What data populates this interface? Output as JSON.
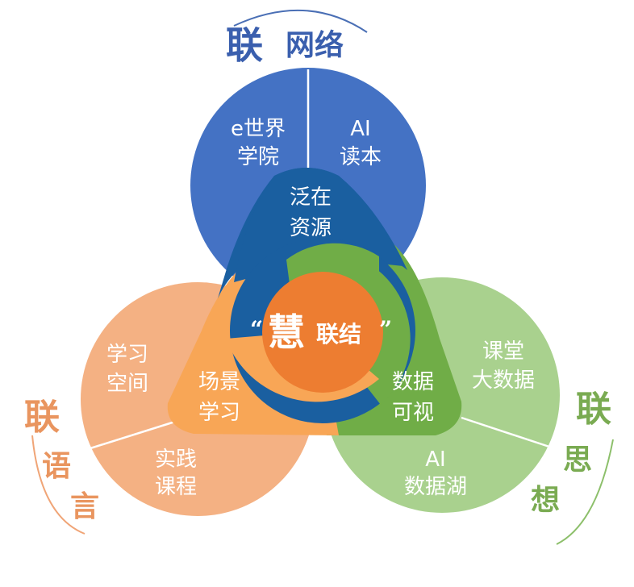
{
  "titles": {
    "top": {
      "first": "联",
      "rest": "网络"
    },
    "left": {
      "first": "联",
      "second": "语",
      "third": "言"
    },
    "right": {
      "first": "联",
      "second": "思",
      "third": "想"
    }
  },
  "blue_circle": {
    "left_line1": "e世界",
    "left_line2": "学院",
    "right_line1": "AI",
    "right_line2": "读本"
  },
  "orange_circle": {
    "top_line1": "学习",
    "top_line2": "空间",
    "bottom_line1": "实践",
    "bottom_line2": "课程"
  },
  "green_circle": {
    "top_line1": "课堂",
    "top_line2": "大数据",
    "bottom_line1": "AI",
    "bottom_line2": "数据湖"
  },
  "triangle": {
    "top_line1": "泛在",
    "top_line2": "资源",
    "left_line1": "场景",
    "left_line2": "学习",
    "right_line1": "数据",
    "right_line2": "可视"
  },
  "center": {
    "open_quote": "“",
    "hui": "慧",
    "rest": "联结",
    "close_quote": "”"
  },
  "colors": {
    "blue": "#4472c4",
    "blue_dark": "#1a5fa0",
    "orange": "#f4b183",
    "orange_mid": "#f8a656",
    "orange_center": "#ed7d31",
    "green": "#a9d18e",
    "green_dark": "#70ad47"
  }
}
